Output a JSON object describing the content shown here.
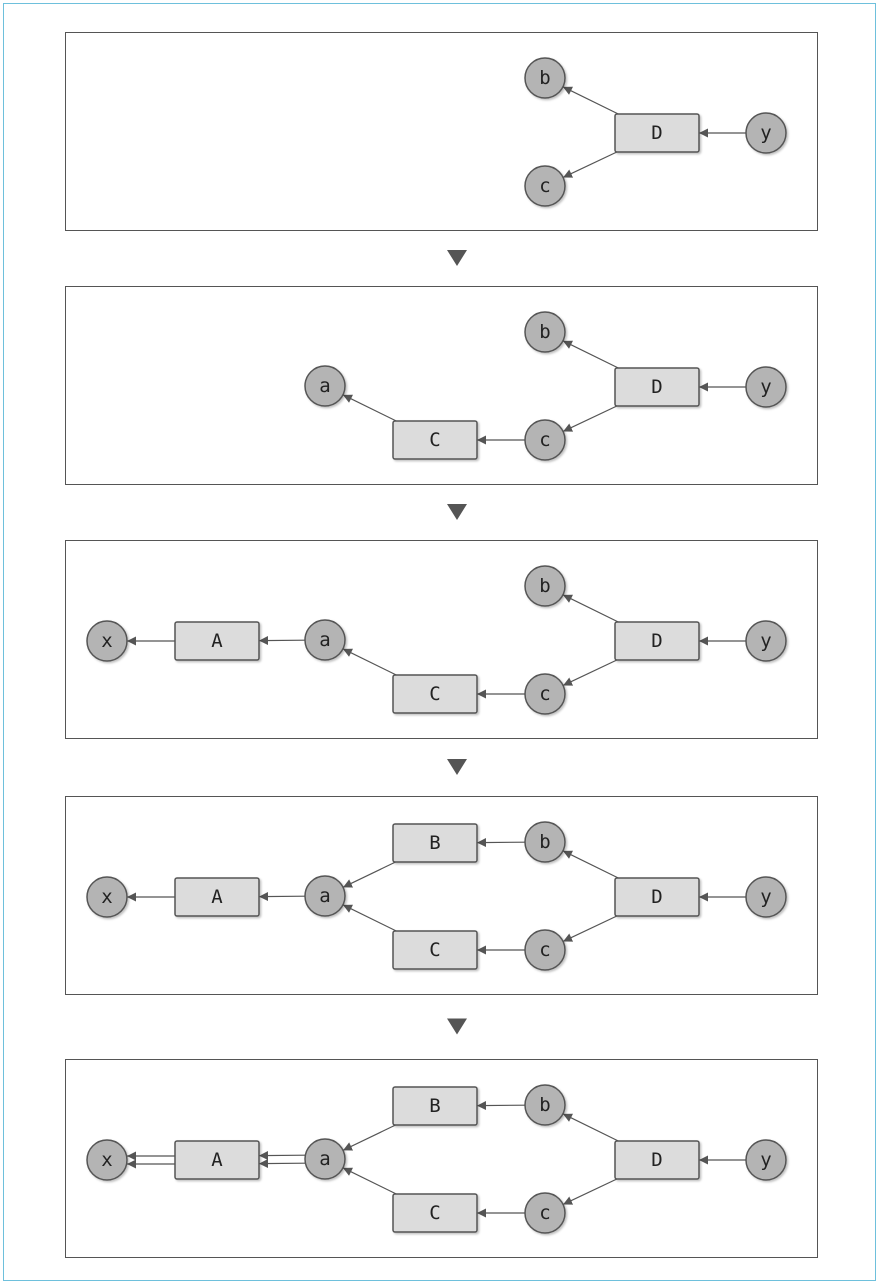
{
  "colors": {
    "frame": "#6ec0dc",
    "node_fill_circle": "#b4b4b4",
    "node_fill_box": "#dcdcdc",
    "stroke": "#555555",
    "step_arrow": "#555555"
  },
  "panels": [
    {
      "nodes": [
        {
          "id": "b",
          "label": "b",
          "shape": "circle"
        },
        {
          "id": "c",
          "label": "c",
          "shape": "circle"
        },
        {
          "id": "D",
          "label": "D",
          "shape": "box"
        },
        {
          "id": "y",
          "label": "y",
          "shape": "circle"
        }
      ],
      "edges": [
        {
          "from": "y",
          "to": "D"
        },
        {
          "from": "D",
          "to": "b"
        },
        {
          "from": "D",
          "to": "c"
        }
      ]
    },
    {
      "nodes": [
        {
          "id": "a",
          "label": "a",
          "shape": "circle"
        },
        {
          "id": "C",
          "label": "C",
          "shape": "box"
        },
        {
          "id": "b",
          "label": "b",
          "shape": "circle"
        },
        {
          "id": "c",
          "label": "c",
          "shape": "circle"
        },
        {
          "id": "D",
          "label": "D",
          "shape": "box"
        },
        {
          "id": "y",
          "label": "y",
          "shape": "circle"
        }
      ],
      "edges": [
        {
          "from": "y",
          "to": "D"
        },
        {
          "from": "D",
          "to": "b"
        },
        {
          "from": "D",
          "to": "c"
        },
        {
          "from": "c",
          "to": "C"
        },
        {
          "from": "C",
          "to": "a"
        }
      ]
    },
    {
      "nodes": [
        {
          "id": "x",
          "label": "x",
          "shape": "circle"
        },
        {
          "id": "A",
          "label": "A",
          "shape": "box"
        },
        {
          "id": "a",
          "label": "a",
          "shape": "circle"
        },
        {
          "id": "C",
          "label": "C",
          "shape": "box"
        },
        {
          "id": "b",
          "label": "b",
          "shape": "circle"
        },
        {
          "id": "c",
          "label": "c",
          "shape": "circle"
        },
        {
          "id": "D",
          "label": "D",
          "shape": "box"
        },
        {
          "id": "y",
          "label": "y",
          "shape": "circle"
        }
      ],
      "edges": [
        {
          "from": "y",
          "to": "D"
        },
        {
          "from": "D",
          "to": "b"
        },
        {
          "from": "D",
          "to": "c"
        },
        {
          "from": "c",
          "to": "C"
        },
        {
          "from": "C",
          "to": "a"
        },
        {
          "from": "a",
          "to": "A"
        },
        {
          "from": "A",
          "to": "x"
        }
      ]
    },
    {
      "nodes": [
        {
          "id": "x",
          "label": "x",
          "shape": "circle"
        },
        {
          "id": "A",
          "label": "A",
          "shape": "box"
        },
        {
          "id": "a",
          "label": "a",
          "shape": "circle"
        },
        {
          "id": "B",
          "label": "B",
          "shape": "box"
        },
        {
          "id": "C",
          "label": "C",
          "shape": "box"
        },
        {
          "id": "b",
          "label": "b",
          "shape": "circle"
        },
        {
          "id": "c",
          "label": "c",
          "shape": "circle"
        },
        {
          "id": "D",
          "label": "D",
          "shape": "box"
        },
        {
          "id": "y",
          "label": "y",
          "shape": "circle"
        }
      ],
      "edges": [
        {
          "from": "y",
          "to": "D"
        },
        {
          "from": "D",
          "to": "b"
        },
        {
          "from": "D",
          "to": "c"
        },
        {
          "from": "b",
          "to": "B"
        },
        {
          "from": "c",
          "to": "C"
        },
        {
          "from": "B",
          "to": "a"
        },
        {
          "from": "C",
          "to": "a"
        },
        {
          "from": "a",
          "to": "A"
        },
        {
          "from": "A",
          "to": "x"
        }
      ]
    },
    {
      "nodes": [
        {
          "id": "x",
          "label": "x",
          "shape": "circle"
        },
        {
          "id": "A",
          "label": "A",
          "shape": "box"
        },
        {
          "id": "a",
          "label": "a",
          "shape": "circle"
        },
        {
          "id": "B",
          "label": "B",
          "shape": "box"
        },
        {
          "id": "C",
          "label": "C",
          "shape": "box"
        },
        {
          "id": "b",
          "label": "b",
          "shape": "circle"
        },
        {
          "id": "c",
          "label": "c",
          "shape": "circle"
        },
        {
          "id": "D",
          "label": "D",
          "shape": "box"
        },
        {
          "id": "y",
          "label": "y",
          "shape": "circle"
        }
      ],
      "edges": [
        {
          "from": "y",
          "to": "D"
        },
        {
          "from": "D",
          "to": "b"
        },
        {
          "from": "D",
          "to": "c"
        },
        {
          "from": "b",
          "to": "B"
        },
        {
          "from": "c",
          "to": "C"
        },
        {
          "from": "B",
          "to": "a"
        },
        {
          "from": "C",
          "to": "a"
        },
        {
          "from": "a",
          "to": "A",
          "double": true
        },
        {
          "from": "A",
          "to": "x",
          "double": true
        }
      ]
    }
  ]
}
